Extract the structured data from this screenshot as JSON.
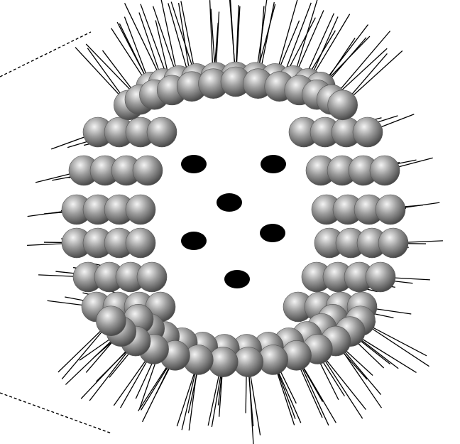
{
  "diagram": {
    "kind": "micelle-cross-section",
    "background_color": "#ffffff",
    "sphere_colors": {
      "highlight": "#f4f4f4",
      "mid": "#9a9a9a",
      "dark": "#3c3c3c"
    },
    "tail_color": "#000000",
    "core_dot_color": "#000000",
    "core_dot_count": 6,
    "guide_line_style": "dashed"
  }
}
